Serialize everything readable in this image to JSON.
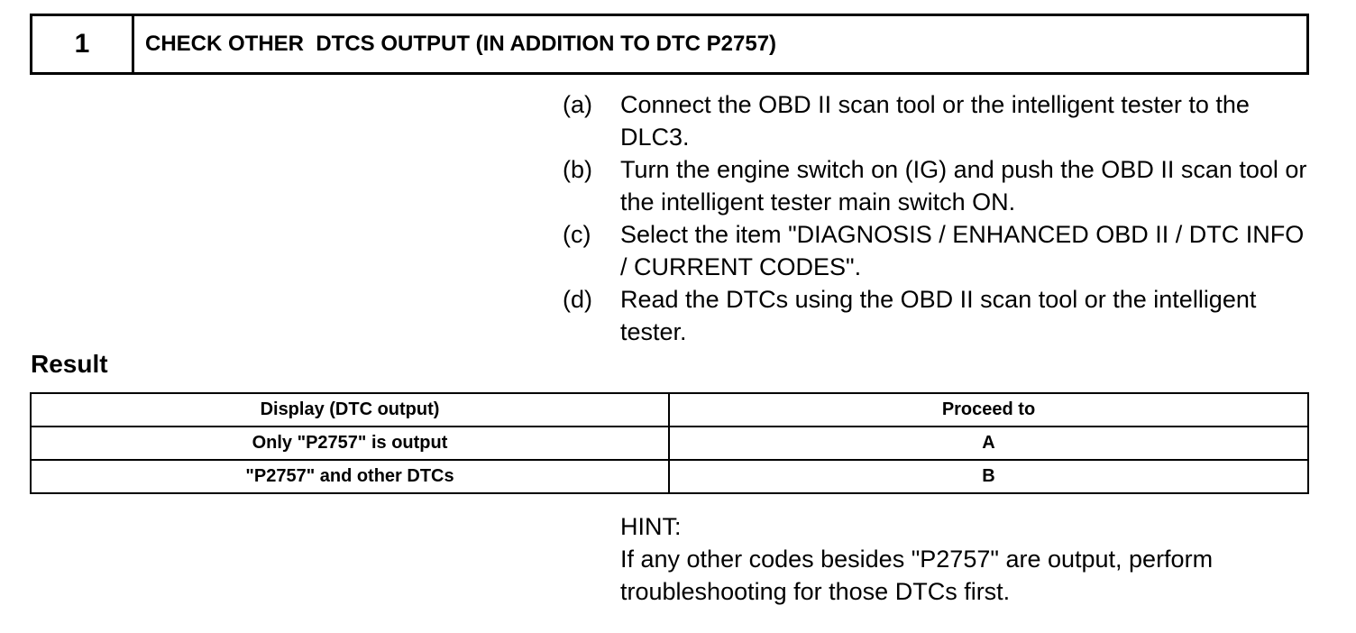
{
  "step": {
    "number": "1",
    "title": "CHECK OTHER  DTCS OUTPUT (IN ADDITION TO DTC P2757)"
  },
  "procedure": [
    {
      "marker": "(a)",
      "text": "Connect the OBD II scan tool or the intelligent tester to the DLC3."
    },
    {
      "marker": "(b)",
      "text": "Turn the engine switch on (IG) and push the OBD II scan tool or the intelligent tester main switch ON."
    },
    {
      "marker": "(c)",
      "text": "Select the item \"DIAGNOSIS / ENHANCED OBD II / DTC INFO / CURRENT CODES\"."
    },
    {
      "marker": "(d)",
      "text": "Read the DTCs using the OBD II scan tool or the intelligent tester."
    }
  ],
  "result": {
    "heading": "Result",
    "columns": [
      "Display (DTC output)",
      "Proceed to"
    ],
    "rows": [
      [
        "Only \"P2757\" is output",
        "A"
      ],
      [
        "\"P2757\" and other DTCs",
        "B"
      ]
    ]
  },
  "hint": {
    "label": "HINT:",
    "text": "If any other codes besides \"P2757\" are output, perform troubleshooting for those DTCs first."
  }
}
